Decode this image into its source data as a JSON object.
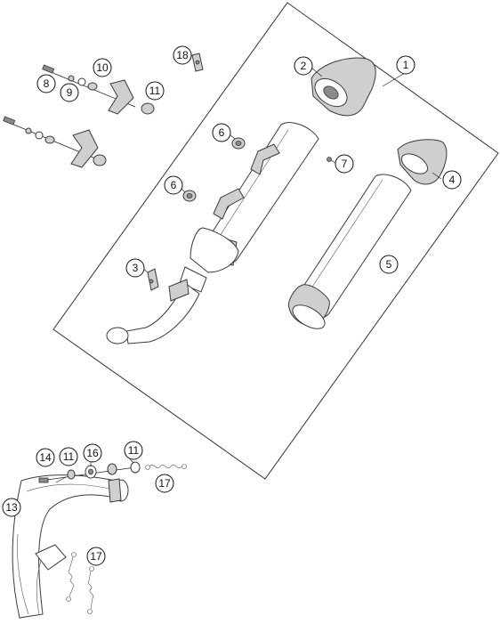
{
  "callouts": [
    {
      "id": "c1",
      "label": "1"
    },
    {
      "id": "c2",
      "label": "2"
    },
    {
      "id": "c3",
      "label": "3"
    },
    {
      "id": "c4",
      "label": "4"
    },
    {
      "id": "c5",
      "label": "5"
    },
    {
      "id": "c6a",
      "label": "6"
    },
    {
      "id": "c6b",
      "label": "6"
    },
    {
      "id": "c7",
      "label": "7"
    },
    {
      "id": "c8",
      "label": "8"
    },
    {
      "id": "c9",
      "label": "9"
    },
    {
      "id": "c10",
      "label": "10"
    },
    {
      "id": "c11a",
      "label": "11"
    },
    {
      "id": "c11b",
      "label": "11"
    },
    {
      "id": "c11c",
      "label": "11"
    },
    {
      "id": "c13",
      "label": "13"
    },
    {
      "id": "c14",
      "label": "14"
    },
    {
      "id": "c16",
      "label": "16"
    },
    {
      "id": "c17a",
      "label": "17"
    },
    {
      "id": "c17b",
      "label": "17"
    },
    {
      "id": "c18",
      "label": "18"
    }
  ]
}
